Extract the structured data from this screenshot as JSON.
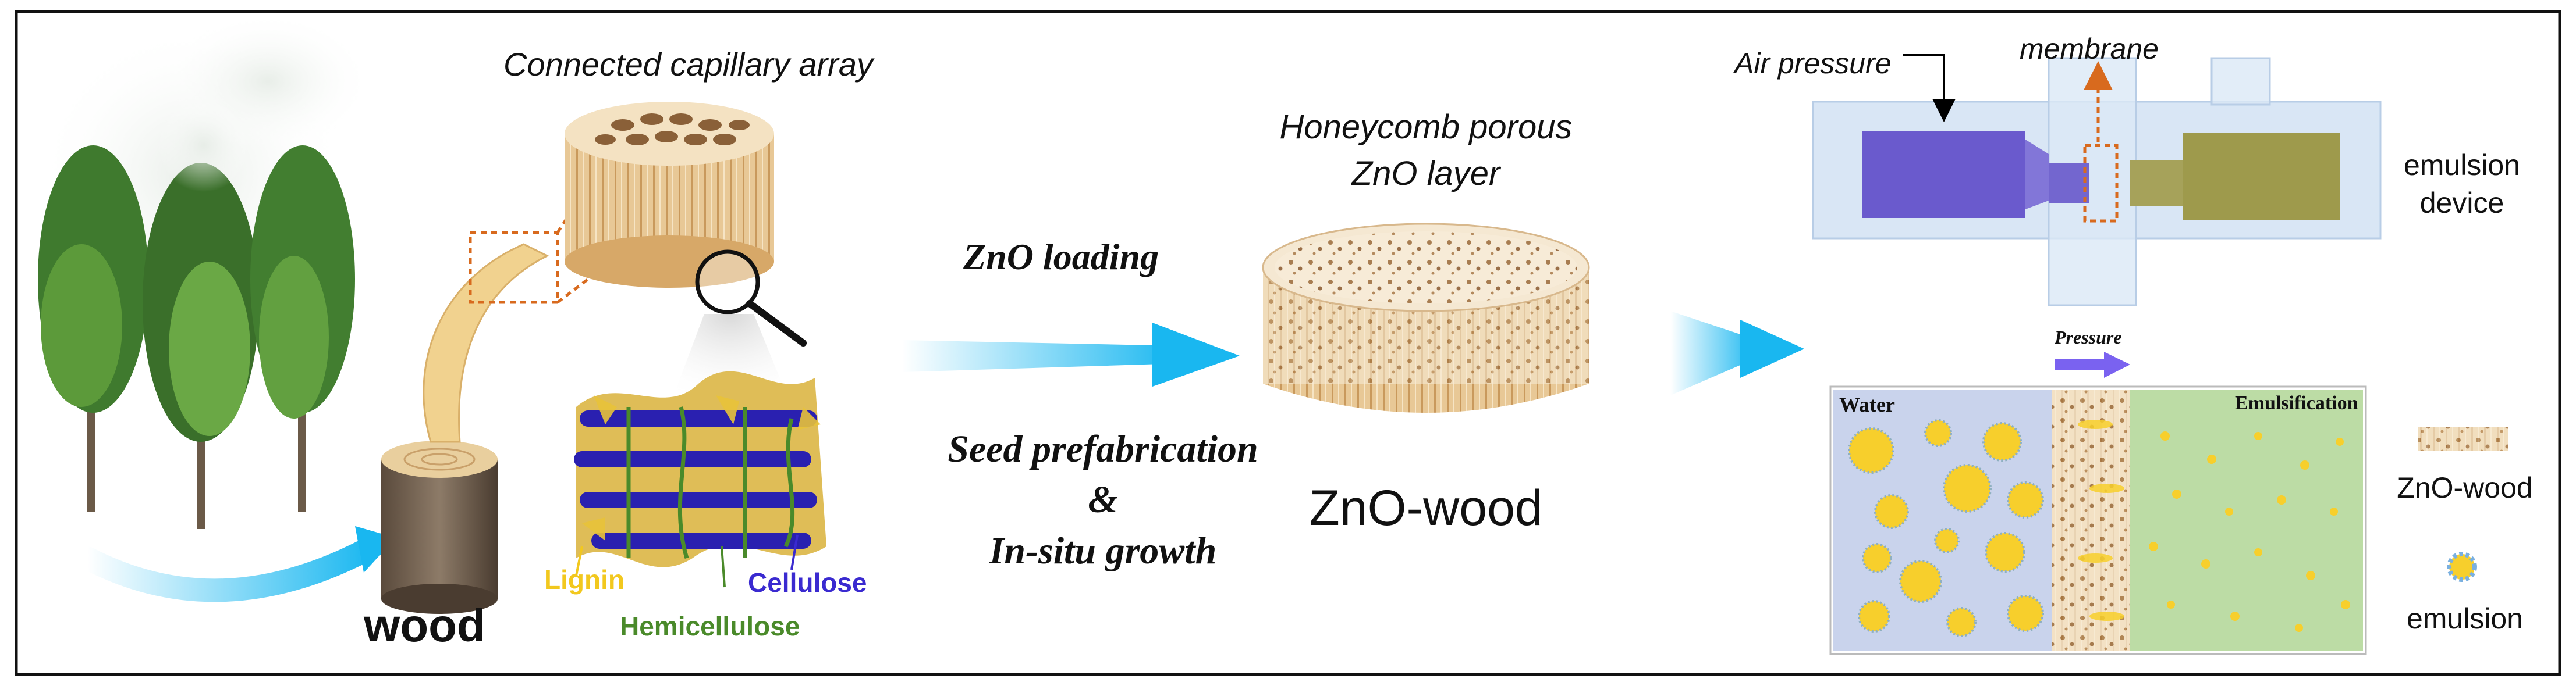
{
  "labels": {
    "connected_capillary_array": "Connected capillary array",
    "wood": "wood",
    "lignin": "Lignin",
    "cellulose": "Cellulose",
    "hemicellulose": "Hemicellulose",
    "zno_loading": "ZnO loading",
    "seed_prefabrication": "Seed prefabrication",
    "ampersand": "&",
    "in_situ_growth": "In-situ growth",
    "honeycomb_line1": "Honeycomb porous",
    "honeycomb_line2": "ZnO layer",
    "zno_wood_center": "ZnO-wood",
    "air_pressure": "Air pressure",
    "membrane": "membrane",
    "emulsion_device_line1": "emulsion",
    "emulsion_device_line2": "device",
    "pressure": "Pressure",
    "water": "Water",
    "emulsification": "Emulsification",
    "legend_zno_wood": "ZnO-wood",
    "legend_emulsion": "emulsion"
  },
  "colors": {
    "lignin": "#f2c81e",
    "cellulose": "#3a2ad0",
    "hemicellulose": "#4a8a2a",
    "arrow_blue": "#19b7f0",
    "water_panel": "#c9d3ec",
    "emulsification_panel": "#bcdca5",
    "droplet": "#f7cf2c",
    "device_purple": "#6a5acd",
    "device_olive": "#9e9a4c",
    "pressure_arrow": "#7a62f0",
    "dashed_orange": "#d86a1e",
    "wood_light": "#efd5a8",
    "wood_dark": "#b98a50"
  }
}
